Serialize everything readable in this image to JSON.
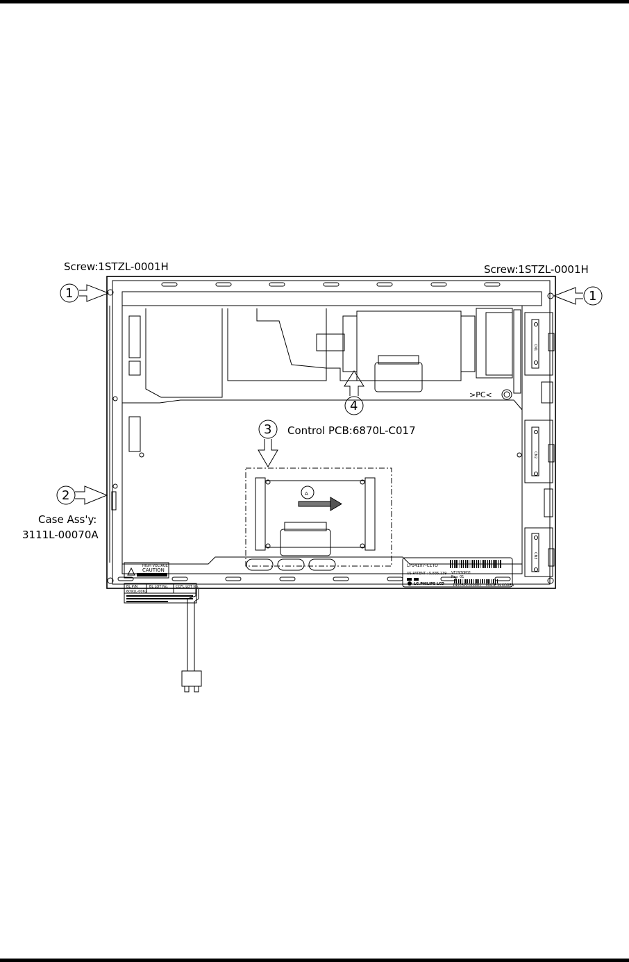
{
  "labels": {
    "screw_left": "Screw:1STZL-0001H",
    "screw_right": "Screw:1STZL-0001H",
    "control_pcb": "Control PCB:6870L-C017",
    "case_line1": "Case Ass'y:",
    "case_line2": "3111L-00070A",
    "pc_mark": ">PC<"
  },
  "callouts": {
    "one": "1",
    "two": "2",
    "three": "3",
    "four": "4",
    "a": "A"
  },
  "warning_label": {
    "title1": "HIGH VOLTAGE",
    "title2": "CAUTION"
  },
  "lot_table": {
    "col1": "BL P/N",
    "col2": "BL LOT No.",
    "col3": "CCFL LOT No.",
    "part": "6091L-0062"
  },
  "product_label": {
    "model": "LP141X7-C1TO",
    "code": "VF2930P01",
    "rev": "Rev. 01",
    "patent": "US PATENT : 5,835,139",
    "brand": "LG.PHILIPS LCD",
    "serial": "14103P2100001",
    "origin": "MADE IN KOREA"
  },
  "side_labels": {
    "s1": "CN1",
    "s2": "CN2",
    "s3": "CN3"
  }
}
